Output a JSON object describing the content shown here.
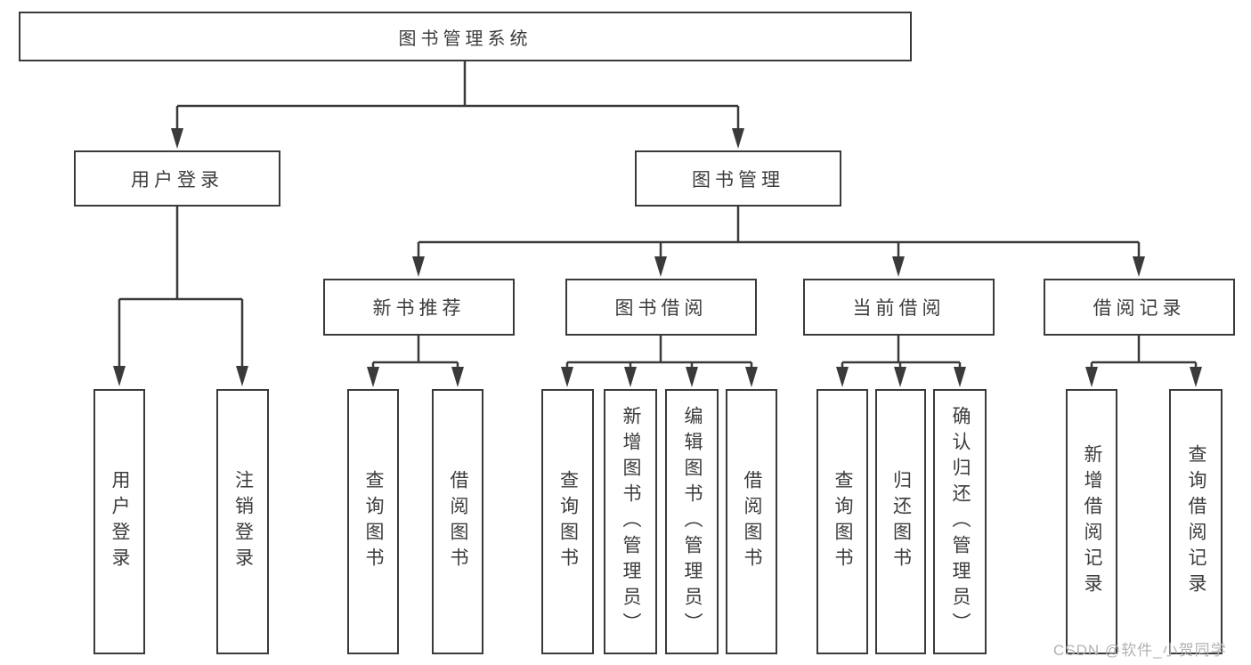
{
  "diagram": {
    "root": {
      "label": "图书管理系统"
    },
    "branches": [
      {
        "label": "用户登录",
        "children": [
          {
            "label": "用户登录"
          },
          {
            "label": "注销登录"
          }
        ]
      },
      {
        "label": "图书管理",
        "children": [
          {
            "label": "新书推荐",
            "children": [
              {
                "label": "查询图书"
              },
              {
                "label": "借阅图书"
              }
            ]
          },
          {
            "label": "图书借阅",
            "children": [
              {
                "label": "查询图书"
              },
              {
                "label": "新增图书（管理员）"
              },
              {
                "label": "编辑图书（管理员）"
              },
              {
                "label": "借阅图书"
              }
            ]
          },
          {
            "label": "当前借阅",
            "children": [
              {
                "label": "查询图书"
              },
              {
                "label": "归还图书"
              },
              {
                "label": "确认归还（管理员）"
              }
            ]
          },
          {
            "label": "借阅记录",
            "children": [
              {
                "label": "新增借阅记录"
              },
              {
                "label": "查询借阅记录"
              }
            ]
          }
        ]
      }
    ]
  },
  "watermark": {
    "text": "CSDN @软件_小贺同学"
  },
  "colors": {
    "line": "#3a3a3a",
    "text": "#3c3c3c",
    "watermark": "#b2b2b2",
    "background": "#ffffff"
  }
}
